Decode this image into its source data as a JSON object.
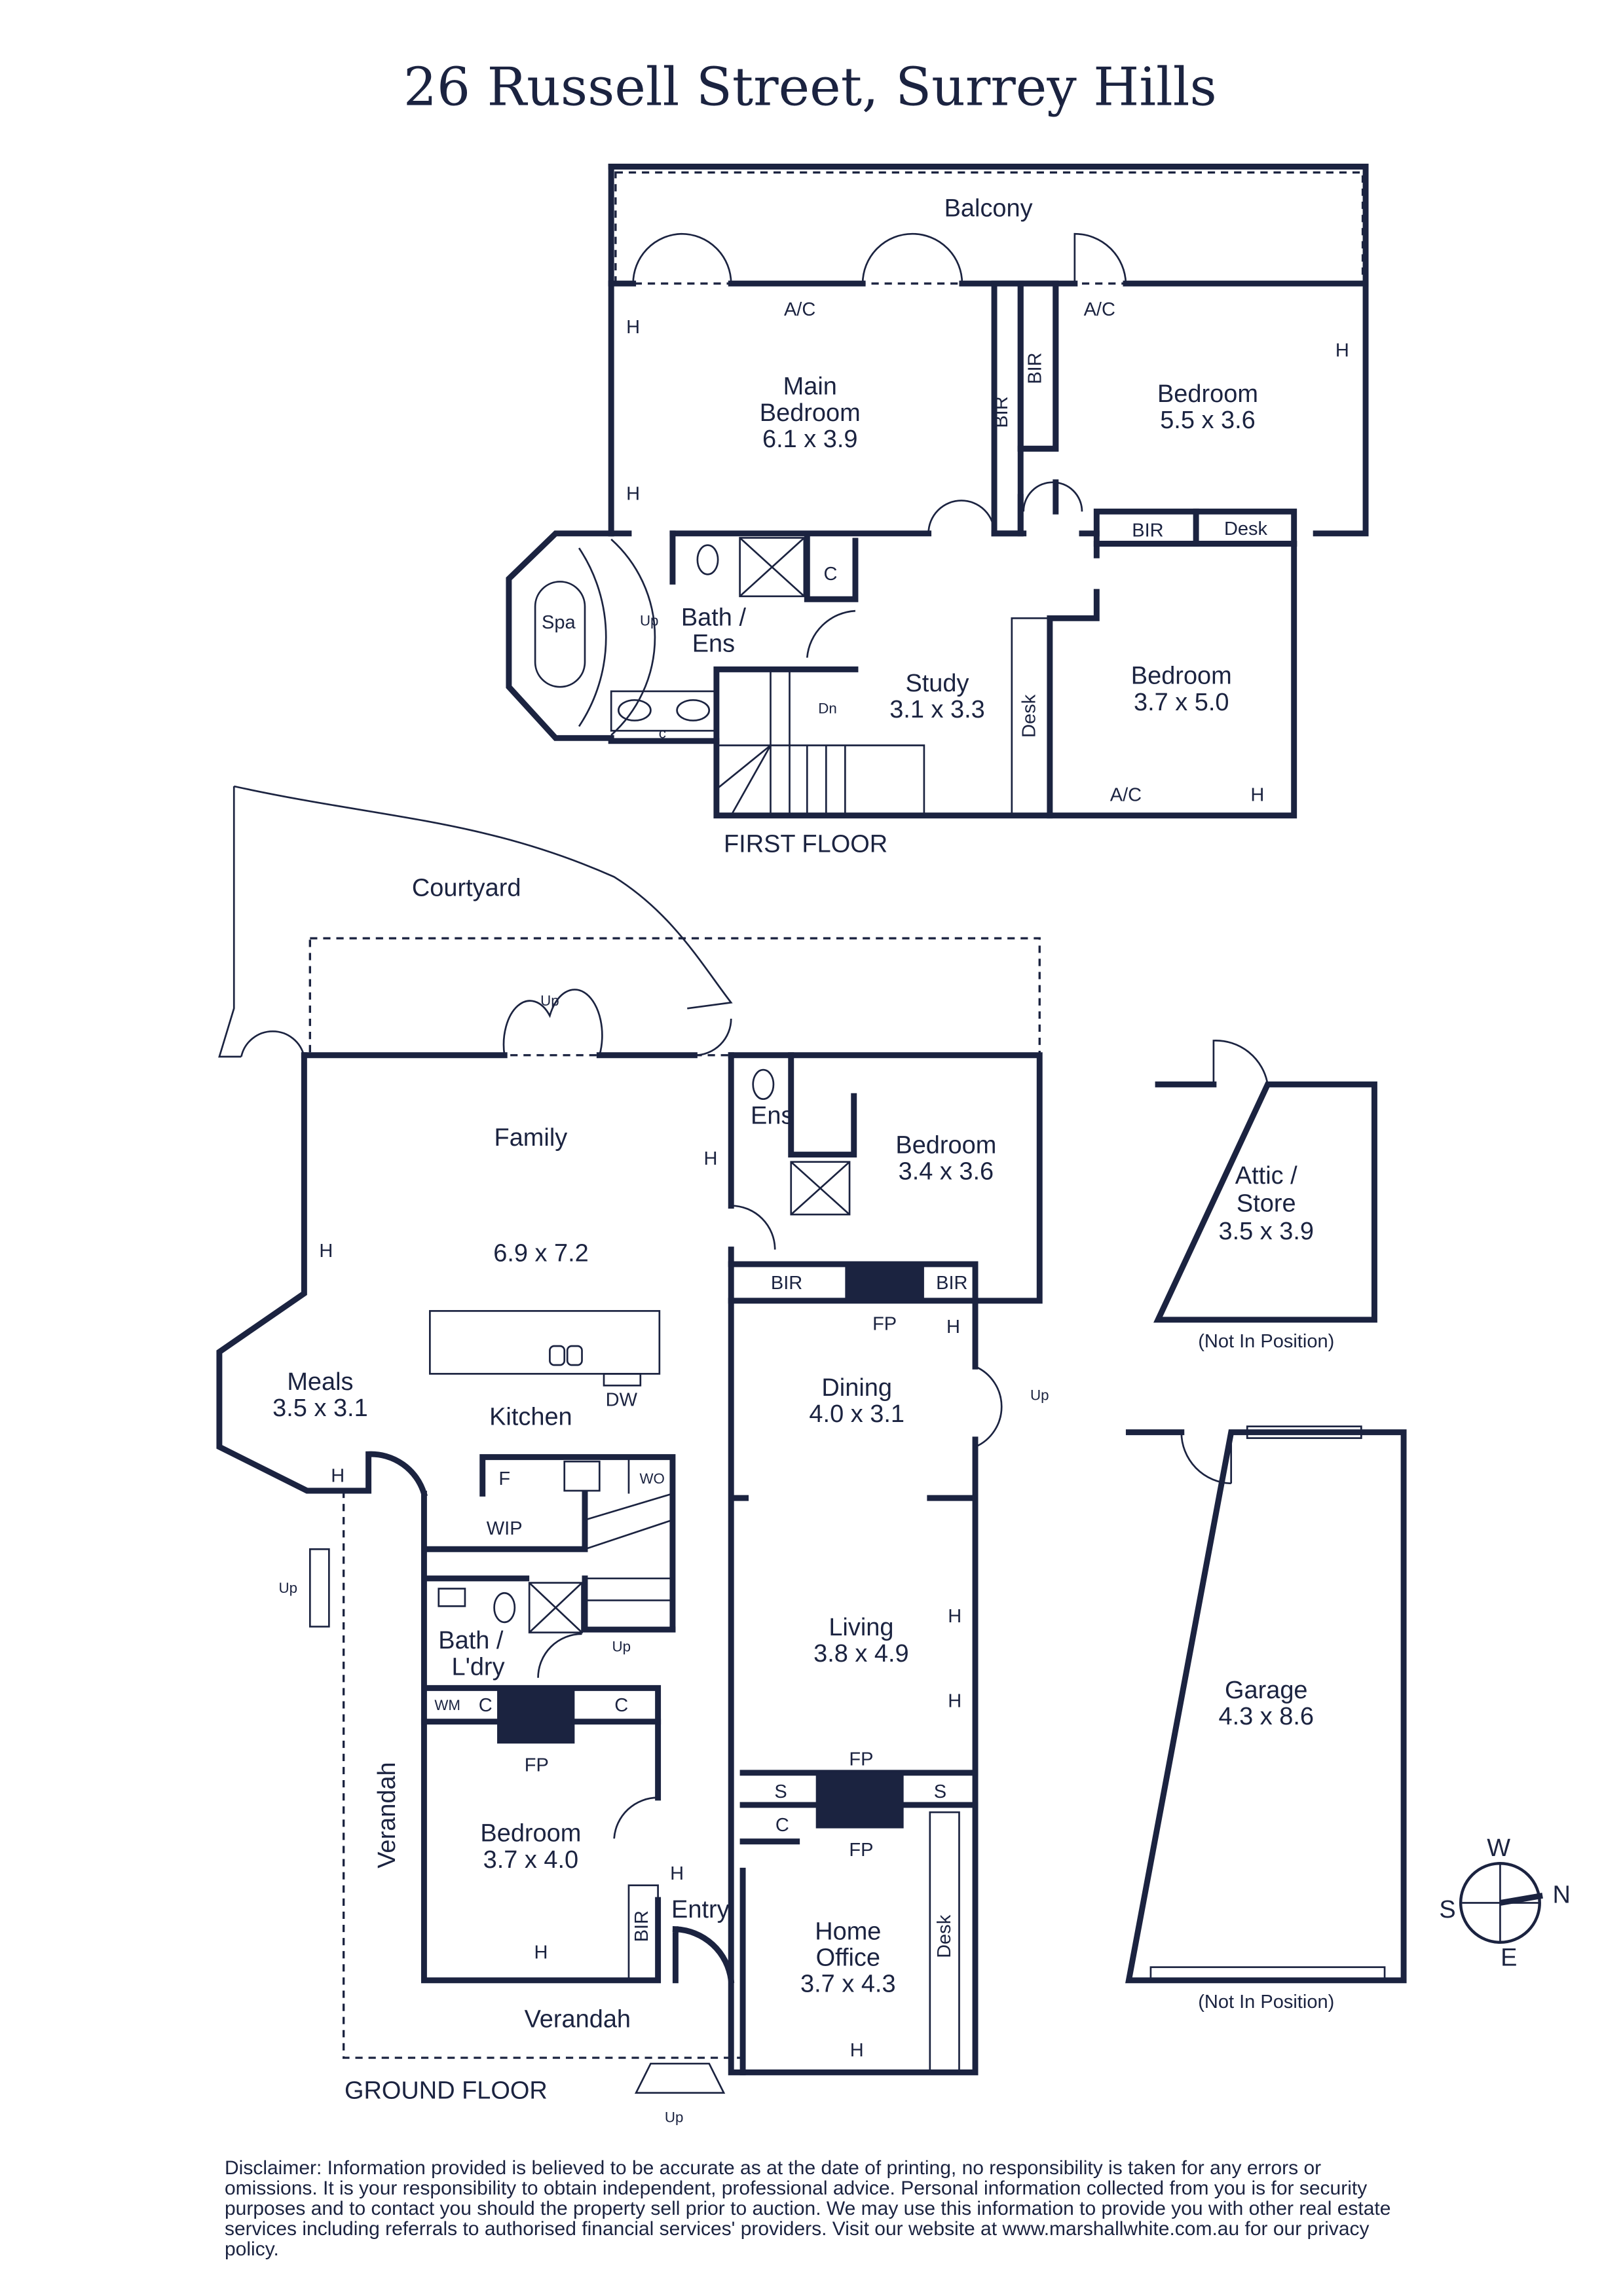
{
  "title": "26 Russell Street, Surrey Hills",
  "first_floor": {
    "label": "FIRST FLOOR",
    "rooms": [
      {
        "name": "Balcony"
      },
      {
        "name": "Main",
        "name2": "Bedroom",
        "dims": "6.1 x 3.9"
      },
      {
        "name": "Bedroom",
        "dims": "5.5 x 3.6"
      },
      {
        "name": "Bath /",
        "name2": "Ens"
      },
      {
        "name": "Study",
        "dims": "3.1 x 3.3"
      },
      {
        "name": "Bedroom",
        "dims": "3.7 x 5.0"
      }
    ],
    "fixtures": {
      "ac": "A/C",
      "h": "H",
      "bir": "BIR",
      "desk": "Desk",
      "c": "C",
      "c_small": "c",
      "spa": "Spa",
      "up": "Up",
      "dn": "Dn"
    }
  },
  "ground_floor": {
    "label": "GROUND FLOOR",
    "rooms": [
      {
        "name": "Courtyard"
      },
      {
        "name": "Family",
        "dims": "6.9 x 7.2"
      },
      {
        "name": "Ens"
      },
      {
        "name": "Bedroom",
        "dims": "3.4 x 3.6"
      },
      {
        "name": "Meals",
        "dims": "3.5 x 3.1"
      },
      {
        "name": "Kitchen"
      },
      {
        "name": "Dining",
        "dims": "4.0 x 3.1"
      },
      {
        "name": "Living",
        "dims": "3.8 x 4.9"
      },
      {
        "name": "Bath /",
        "name2": "L'dry"
      },
      {
        "name": "WIP"
      },
      {
        "name": "Bedroom",
        "dims": "3.7 x 4.0"
      },
      {
        "name": "Entry"
      },
      {
        "name": "Home",
        "name2": "Office",
        "dims": "3.7 x 4.3"
      },
      {
        "name": "Verandah"
      },
      {
        "name": "Verandah"
      }
    ],
    "fixtures": {
      "fp": "FP",
      "dw": "DW",
      "f": "F",
      "wo": "WO",
      "wm": "WM",
      "s": "S",
      "c": "C",
      "c_small": "c",
      "h": "H",
      "bir": "BIR",
      "desk": "Desk",
      "up": "Up"
    }
  },
  "outbuildings": [
    {
      "name": "Attic /",
      "name2": "Store",
      "dims": "3.5 x 3.9",
      "note": "(Not In Position)"
    },
    {
      "name": "Garage",
      "dims": "4.3 x 8.6",
      "note": "(Not In Position)"
    }
  ],
  "compass": {
    "n": "N",
    "s": "S",
    "e": "E",
    "w": "W"
  },
  "disclaimer": "Disclaimer: Information provided is believed to be accurate as at the date of printing, no responsibility is taken for any errors or omissions. It is your responsibility to obtain independent, professional advice. Personal information collected from you is for security purposes and to contact you should the property sell prior to auction. We may use this information to provide you with other real estate services including referrals to authorised financial services' providers. Visit our website at www.marshallwhite.com.au for our privacy policy.",
  "colors": {
    "ink": "#1b2340"
  }
}
